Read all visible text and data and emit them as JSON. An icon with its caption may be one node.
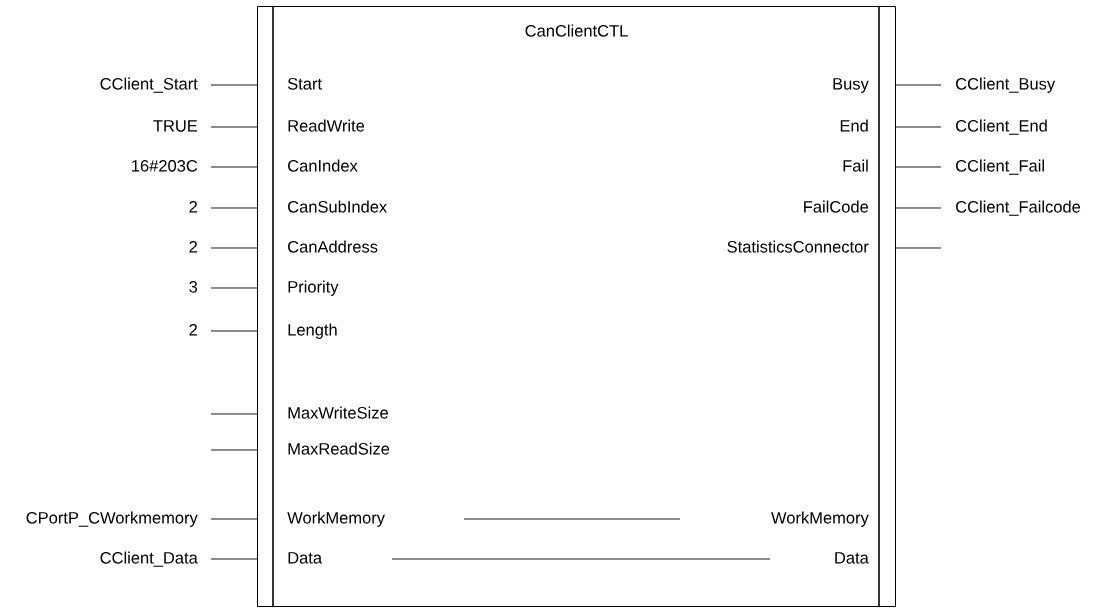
{
  "diagram": {
    "nodes": [
      {
        "text": [
          "CanClientCTL"
        ]
      },
      {
        "text": [
          "Start"
        ],
        "in": 0
      },
      {
        "text": [
          "ReadWrite"
        ],
        "in": 0
      },
      {
        "text": [
          "CanIndex"
        ],
        "in": 0
      },
      {
        "text": [
          "CanSubIndex"
        ],
        "in": 0
      },
      {
        "text": [
          "CanAddress"
        ],
        "in": 0
      },
      {
        "text": [
          "Priority"
        ],
        "in": 0
      },
      {
        "text": [
          "Length"
        ],
        "in": 0
      },
      {
        "text": [
          "MaxWriteSize"
        ],
        "in": 0
      },
      {
        "text": [
          "MaxReadSize"
        ],
        "in": 0
      },
      {
        "text": [
          "WorkMemory"
        ],
        "in": 0
      },
      {
        "text": [
          "Data"
        ],
        "in": 0
      },
      {
        "text": [
          "Busy"
        ],
        "in": 0
      },
      {
        "text": [
          "End"
        ],
        "in": 0
      },
      {
        "text": [
          "Fail"
        ],
        "in": 0
      },
      {
        "text": [
          "FailCode"
        ],
        "in": 0
      },
      {
        "text": [
          "StatisticsConnector"
        ],
        "in": 0
      },
      {
        "text": [
          "WorkMemory"
        ],
        "in": 0
      },
      {
        "text": [
          "Data"
        ],
        "in": 0
      },
      {
        "text": [
          "CClient_Start"
        ]
      },
      {
        "text": [
          "TRUE"
        ]
      },
      {
        "text": [
          "16#203C"
        ]
      },
      {
        "text": [
          "2"
        ]
      },
      {
        "text": [
          "2"
        ]
      },
      {
        "text": [
          "3"
        ]
      },
      {
        "text": [
          "2"
        ]
      },
      {
        "text": [
          "CPortP_CWorkmemory"
        ]
      },
      {
        "text": [
          "CClient_Data"
        ]
      },
      {
        "text": [
          "CClient_Busy"
        ]
      },
      {
        "text": [
          "CClient_End"
        ]
      },
      {
        "text": [
          "CClient_Fail"
        ]
      },
      {
        "text": [
          "CClient_Failcode"
        ]
      }
    ],
    "edges": [
      {
        "from": 19,
        "to": 1,
        "arrow": "none"
      },
      {
        "from": 20,
        "to": 2,
        "arrow": "none"
      },
      {
        "from": 21,
        "to": 3,
        "arrow": "none"
      },
      {
        "from": 22,
        "to": 4,
        "arrow": "none"
      },
      {
        "from": 23,
        "to": 5,
        "arrow": "none"
      },
      {
        "from": 24,
        "to": 6,
        "arrow": "none"
      },
      {
        "from": 25,
        "to": 7,
        "arrow": "none"
      },
      {
        "from": null,
        "to": 0,
        "arrow": "none"
      },
      {
        "from": null,
        "to": 0,
        "arrow": "none"
      },
      {
        "from": 26,
        "to": 10,
        "arrow": "none"
      },
      {
        "from": 27,
        "to": 11,
        "arrow": "none"
      },
      {
        "from": 12,
        "to": 28,
        "arrow": "none"
      },
      {
        "from": 13,
        "to": 29,
        "arrow": "none"
      },
      {
        "from": 14,
        "to": 30,
        "arrow": "none"
      },
      {
        "from": 15,
        "to": 31,
        "arrow": "none"
      },
      {
        "from": 0,
        "to": null,
        "arrow": "none"
      }
    ]
  }
}
